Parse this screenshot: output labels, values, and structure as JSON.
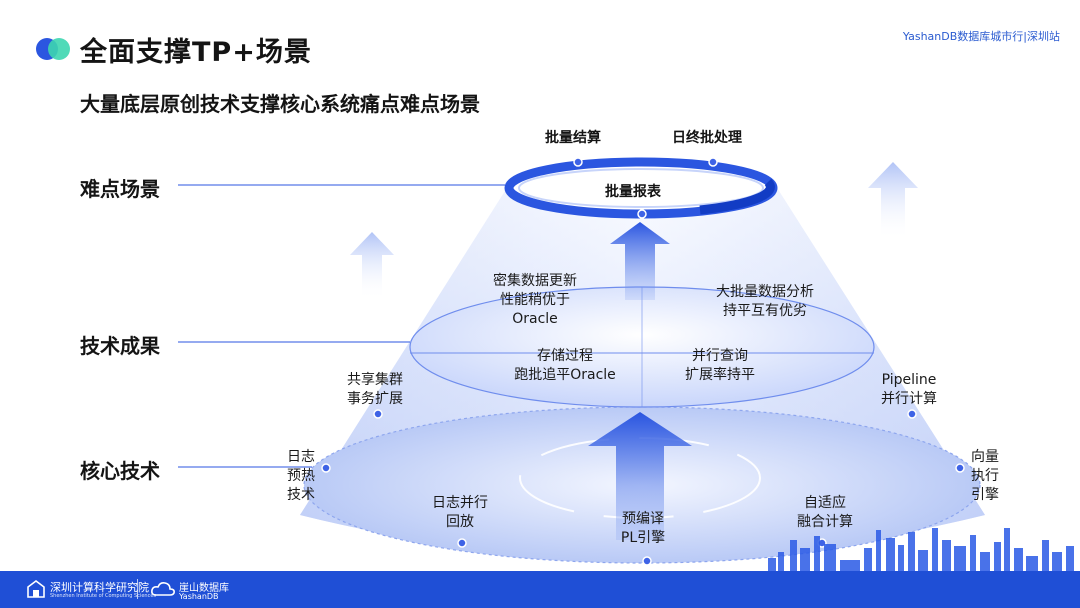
{
  "header": {
    "title": "全面支撑TP+场景",
    "subtitle": "大量底层原创技术支撑核心系统痛点难点场景",
    "event": "YashanDB数据库城市行|深圳站"
  },
  "rows": {
    "difficult": "难点场景",
    "results": "技术成果",
    "core": "核心技术"
  },
  "top": {
    "batch_settle": "批量结算",
    "eod_process": "日终批处理",
    "batch_report": "批量报表"
  },
  "middle": {
    "dense_update": [
      "密集数据更新",
      "性能稍优于",
      "Oracle"
    ],
    "big_analysis": [
      "大批量数据分析",
      "持平互有优劣"
    ],
    "stored_proc": [
      "存储过程",
      "跑批追平Oracle"
    ],
    "parallel_query": [
      "并行查询",
      "扩展率持平"
    ]
  },
  "base": {
    "shared_cluster": [
      "共享集群",
      "事务扩展"
    ],
    "pipeline": [
      "Pipeline",
      "并行计算"
    ],
    "log_preheat": [
      "日志",
      "预热",
      "技术"
    ],
    "vector_engine": [
      "向量",
      "执行",
      "引擎"
    ],
    "log_parallel": [
      "日志并行",
      "回放"
    ],
    "precompile": [
      "预编译",
      "PL引擎"
    ],
    "adaptive": [
      "自适应",
      "融合计算"
    ]
  },
  "footer": {
    "institute_cn": "深圳计算科学研究院",
    "institute_en": "Shenzhen Institute of Computing Sciences",
    "brand_cn": "崖山数据库",
    "brand_en": "YashanDB"
  },
  "colors": {
    "accent": "#2b56e0",
    "accent_light": "#c7d4fa",
    "teal": "#3dd6b0",
    "footer": "#1f4fd6"
  }
}
